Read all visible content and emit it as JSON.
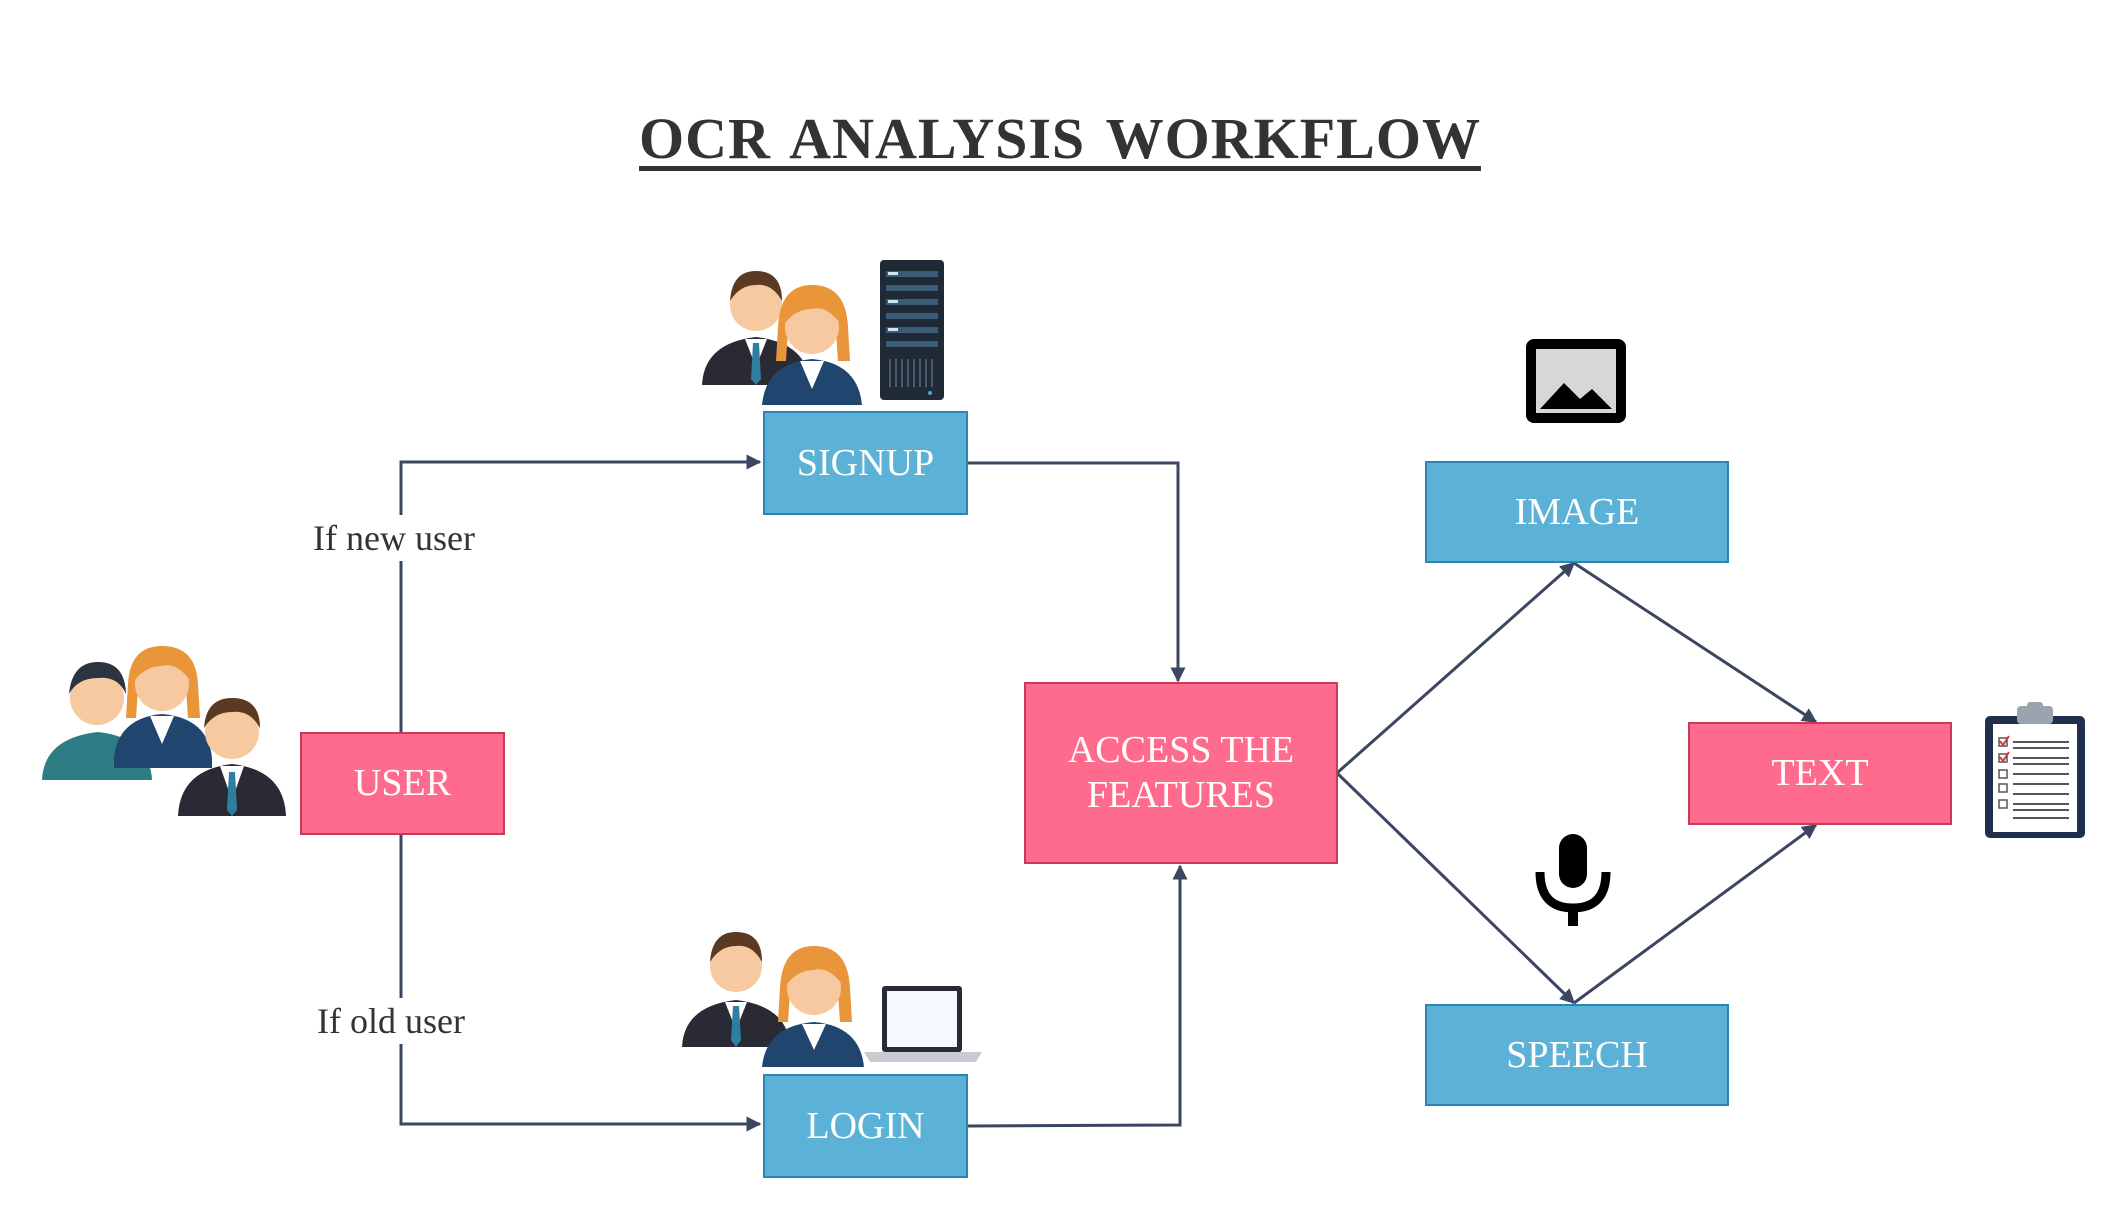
{
  "title": "OCR ANALYSIS  WORKFLOW",
  "nodes": {
    "user": "USER",
    "signup": "SIGNUP",
    "login": "LOGIN",
    "access": "ACCESS THE FEATURES",
    "image": "IMAGE",
    "speech": "SPEECH",
    "text": "TEXT"
  },
  "edge_labels": {
    "new_user": "If new user",
    "old_user": "If old user"
  },
  "colors": {
    "blue_node": "#5cb1d6",
    "pink_node": "#ff6b8c",
    "connector": "#3b4760"
  },
  "icons": [
    "user-group-icon",
    "users-with-server-icon",
    "users-with-laptop-icon",
    "image-icon",
    "microphone-icon",
    "clipboard-icon"
  ]
}
